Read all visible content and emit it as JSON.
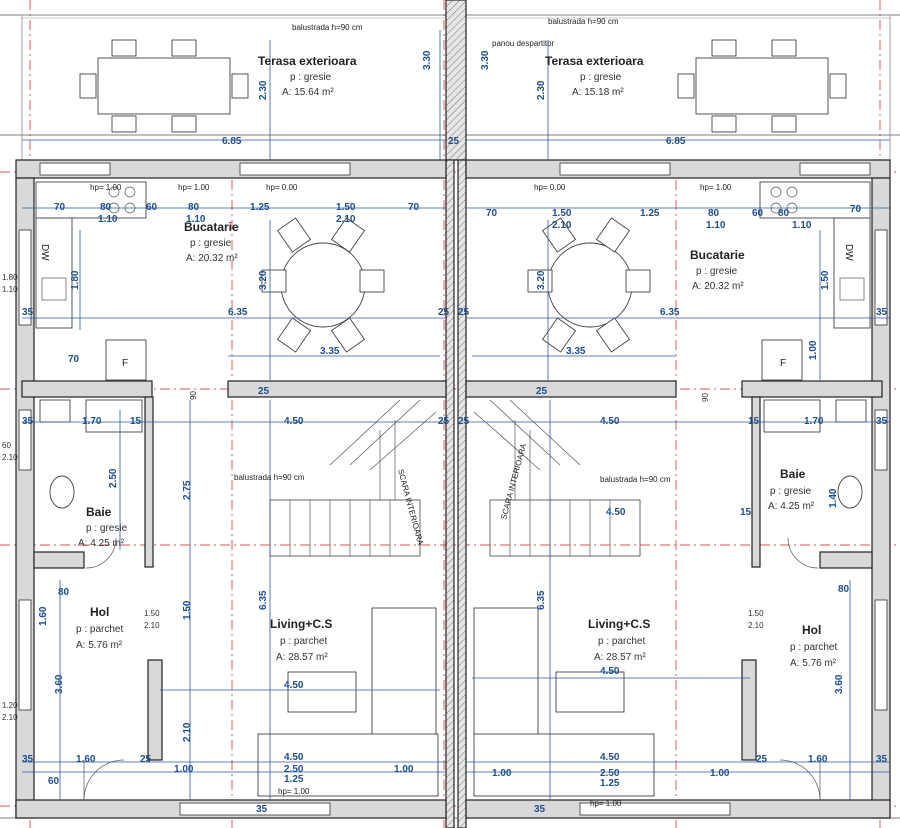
{
  "units": {
    "left": {
      "terrace": {
        "name": "Terasa exterioara",
        "floor": "p : gresie",
        "area": "A: 15.64 m²"
      },
      "kitchen": {
        "name": "Bucatarie",
        "floor": "p : gresie",
        "area": "A: 20.32 m²"
      },
      "bath": {
        "name": "Baie",
        "floor": "p : gresie",
        "area": "A: 4.25 m²"
      },
      "hall": {
        "name": "Hol",
        "floor": "p : parchet",
        "area": "A: 5.76 m²"
      },
      "living": {
        "name": "Living+C.S",
        "floor": "p : parchet",
        "area": "A: 28.57 m²"
      }
    },
    "right": {
      "terrace": {
        "name": "Terasa exterioara",
        "floor": "p : gresie",
        "area": "A: 15.18 m²"
      },
      "kitchen": {
        "name": "Bucatarie",
        "floor": "p : gresie",
        "area": "A: 20.32 m²"
      },
      "bath": {
        "name": "Baie",
        "floor": "p : gresie",
        "area": "A: 4.25 m²"
      },
      "hall": {
        "name": "Hol",
        "floor": "p : parchet",
        "area": "A: 5.76 m²"
      },
      "living": {
        "name": "Living+C.S",
        "floor": "p : parchet",
        "area": "A: 28.57 m²"
      }
    }
  },
  "annotations": {
    "balustrade_top": "balustrada h=90 cm",
    "partition_panel": "panou despartitor",
    "balustrade_stair": "balustrada h=90 cm",
    "stair_label": "SCARA INTERIOARA",
    "dw": "DW",
    "fridge": "F",
    "hp_100": "hp= 1.00",
    "hp_000": "hp= 0.00"
  },
  "dimensions": {
    "d685": "6.85",
    "d330": "3.30",
    "d230": "2.30",
    "d25": "25",
    "d35": "35",
    "d70": "70",
    "d80": "80",
    "d60": "60",
    "d110": "1.10",
    "d125": "1.25",
    "d150": "1.50",
    "d210": "2.10",
    "d320": "3.20",
    "d180": "1.80",
    "d635": "6.35",
    "d335": "3.35",
    "d170": "1.70",
    "d15": "15",
    "d450": "4.50",
    "d250": "2.50",
    "d275": "2.75",
    "d160": "1.60",
    "d360": "3.60",
    "d100": "1.00",
    "d140": "1.40",
    "d90": "90",
    "d120": "1.20"
  }
}
